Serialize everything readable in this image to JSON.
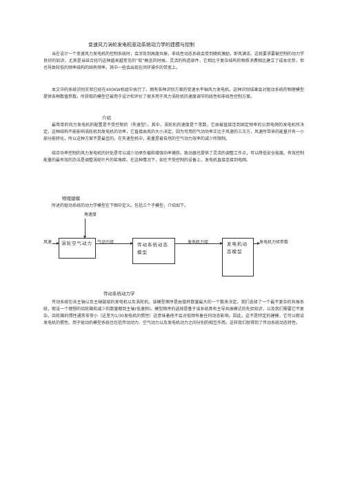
{
  "title": "变速风力涡轮发电机驱动系统动力学的建模与控制",
  "paragraphs": {
    "p1": "当在设计一个变速风力发电机的控制系统时，会涉及到高度共振，非线性动态系统会受到随机激励，即风满流。这就要求要被控制的动力学良好的知识，尤其是当结合轻巧这种越来越常见的“软”概念的时候。灵活的构造部件，它相比于复杂结构的物质消费相比建立了成本优势，但也导致较低的频率结构的固有频率，其中一些会出现在闭环操作的带宽上。",
    "p2": "本文中的系统识别实验已经在400KW机组中执行了。拥有各种识别方案的变速水平轴风力发电机。这种识别结果会对驱动系统的物理模型提供各种数值参数。所获取的模型已被用于设计和评价了很多用于风力涡轮机的速度调节的线性和非线性控制方案。",
    "p3": "最简单的风力发电机的配置是不受控制的（失速型）。其中，涡轮机的速度是个常数，它由被直接连到固定频率的公用电网的发电机所决定。这种结构不能影响涡轮机到发电机的功率，它直接由风的大小决定。因为可用的气动功率正比于风速的三次方，风速所带来的能量只有一小部分能转化，所以这种方案不是最佳的。在失速型机中，能量是被自然的空气动力效率的减少所限制。",
    "p4": "结合功率控制的风力发电机的好处是可以减少动承负载和增强功率捕获。致动器也提供了灵活的调整工作点，可以降低安全裕度。有效控制能量的最有效的办法是调整涡轮叶片的桨角距。在这种情况下，如在不受控制的设备上，发电机直接连接到电网。",
    "p5": "所述的驱动系统的动力学模型在下图中定义。包括三个子模型，介绍如下。",
    "p6": "传动系统包含主轴以及主轴链接的发电机以及涡轮机。该模型顺序是由旋转数量最大的一个数来决定。我们选择了一个最不复杂的共振系统，假设一个理想的齿轮箱和减少的数量都到主轴(低速侧)。模型顺序的选择是基于该系统具有主导共振模式的先验知识，以及我们需要它不复杂。齿轮箱的惯性通常非常小（这里为1/30发电机的惯性）这意味着他不会对低频有着任何动态影响。因此，这不是特定的建模，它可以假设发电机的惯性。用于驱动的模型系统也包括传动动力、空气动力以及发电机动力之间分别的相互作用。这样我们就得到了传动系统动态特性。"
  },
  "headings": {
    "intro": "介绍",
    "physical_model": "物理建模",
    "drivetrain": "传动系统动力学"
  },
  "diagram": {
    "wind_speed": "风速",
    "pitch_angle": "角速度",
    "aero_torque": "气动力矩",
    "gen_torque": "发电机力矩",
    "gen_torque_params": "发电机力矩参数",
    "box_turbine": "涡轮空气动力",
    "box_drivetrain": "传动系统动态模型",
    "box_generator": "发电机动态模型"
  }
}
